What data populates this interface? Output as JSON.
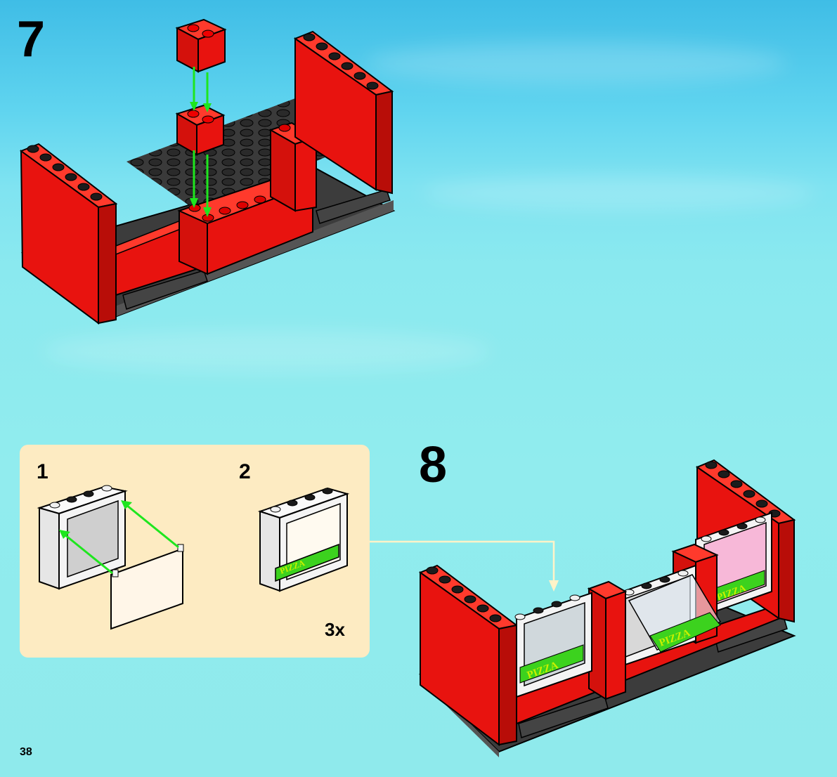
{
  "steps": {
    "step7": {
      "number": "7"
    },
    "step8": {
      "number": "8"
    }
  },
  "substeps": {
    "sub1": {
      "number": "1"
    },
    "sub2": {
      "number": "2"
    },
    "multiplier": "3x",
    "sign_text": "PIZZA"
  },
  "page": {
    "number": "38"
  },
  "colors": {
    "brick_red": "#e8130f",
    "plate_dark": "#3a3a3a",
    "arrow_green": "#1ee61e",
    "callout_bg": "#fdebc2",
    "window_white": "#f4f4f4",
    "sign_green": "#3cd21e",
    "sign_text": "#c8f000"
  },
  "icons": [
    "brick-icon",
    "arrow-down-icon",
    "window-frame-icon",
    "window-pane-icon",
    "pizza-sign-icon",
    "callout-line-icon"
  ]
}
